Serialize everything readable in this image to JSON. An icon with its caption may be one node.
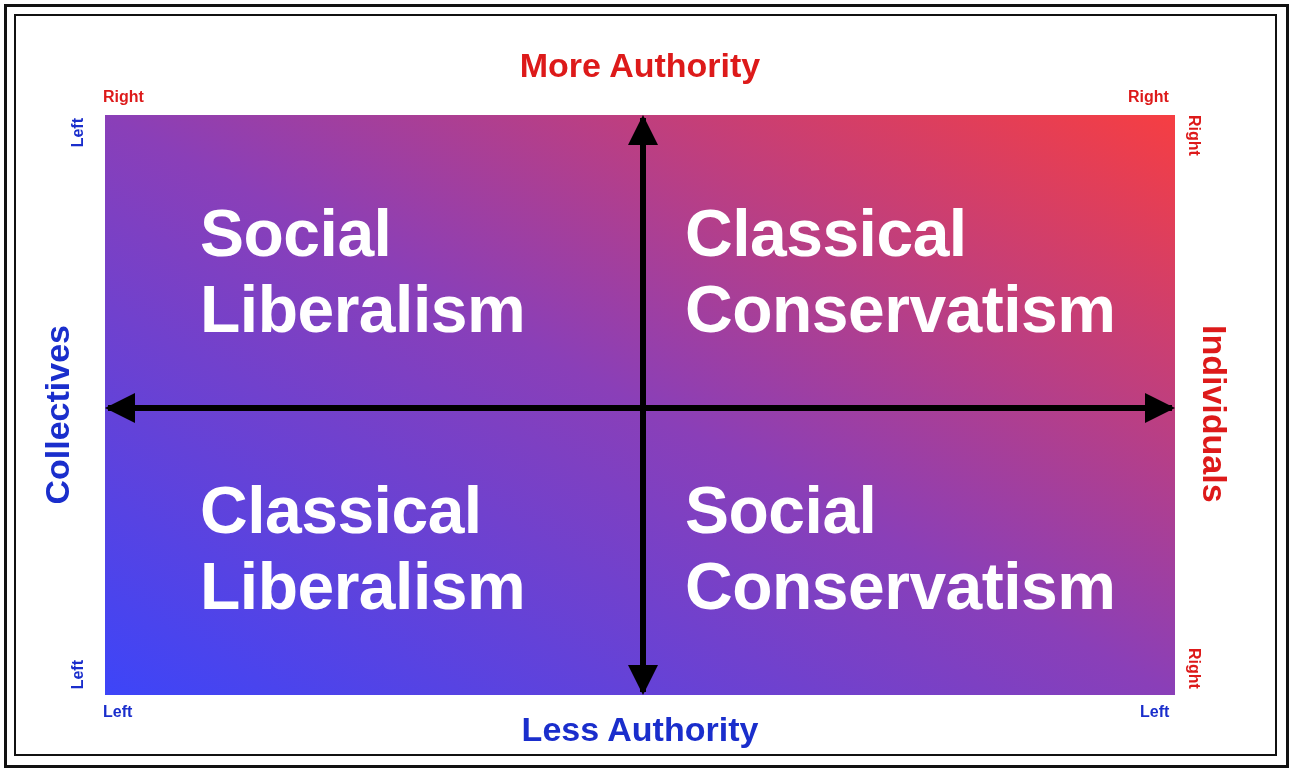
{
  "diagram": {
    "labels": [
      "More Authority",
      "Right",
      "Right",
      "Left",
      "Right",
      "Social Liberalism",
      "Classical Conservatism",
      "Collectives",
      "Individuals",
      "Classical Liberalism",
      "Social Conservatism",
      "Left",
      "Right",
      "Left",
      "Left",
      "Less Authority"
    ]
  }
}
